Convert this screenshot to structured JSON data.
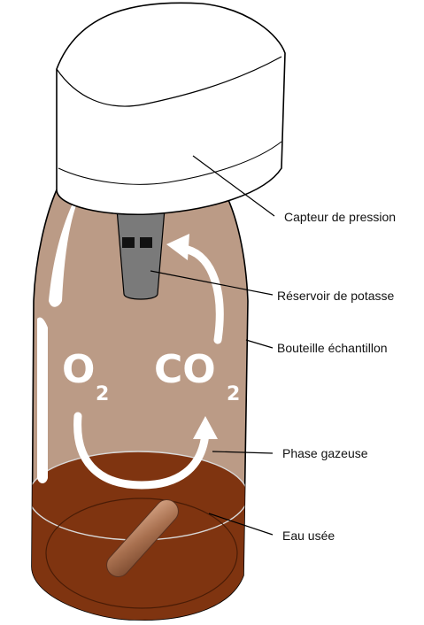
{
  "labels": {
    "pressure_sensor": "Capteur de pression",
    "potash_reservoir": "Réservoir de potasse",
    "sample_bottle": "Bouteille échantillon",
    "gas_phase": "Phase gazeuse",
    "waste_water": "Eau usée"
  },
  "gases": {
    "oxygen_main": "O",
    "oxygen_sub": "2",
    "carbon_dioxide_main": "CO",
    "carbon_dioxide_sub": "2"
  },
  "colors": {
    "bottle_fill": "#bb9b86",
    "water_fill": "#7f3410",
    "water_dark": "#6e2c0c",
    "sensor_cap": "#ffffff",
    "reservoir": "#7a7a7a",
    "stir_bar": "#b27a5c",
    "arrow": "#ffffff",
    "outline": "#000000"
  }
}
